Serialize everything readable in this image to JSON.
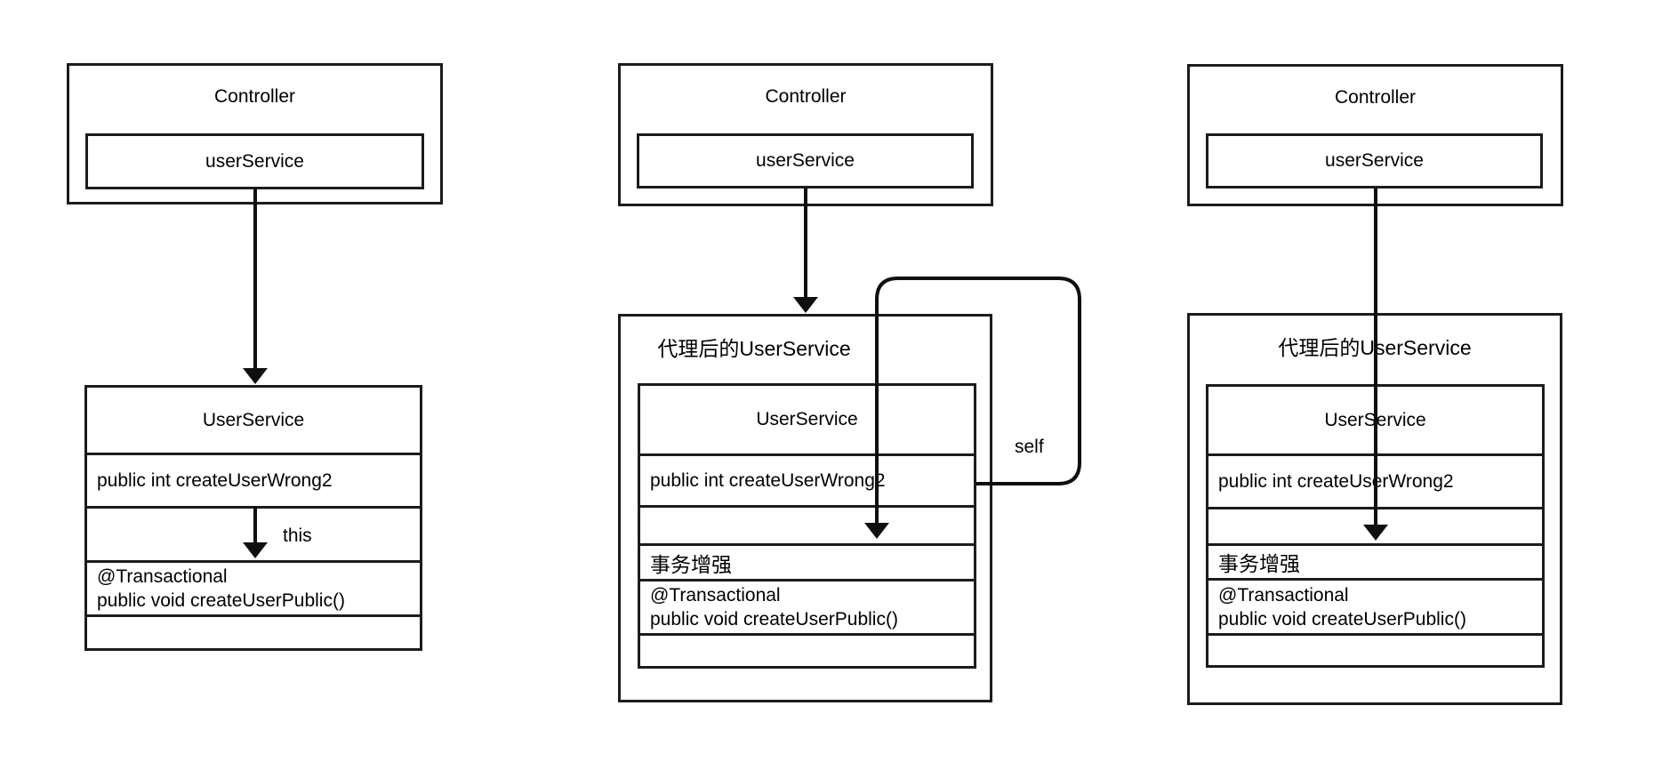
{
  "diagram_title": "Spring transactional self-invocation proxy diagram",
  "colors": {
    "background": "#ffffff",
    "line": "#1c1c1c",
    "arrow": "#0f0f0f",
    "text": "#000000"
  },
  "panels": [
    {
      "name": "direct-this-call",
      "controller": {
        "title": "Controller",
        "field": "userService"
      },
      "service": {
        "title": "UserService",
        "method_top": "public int createUserWrong2",
        "annotation": "@Transactional",
        "method_bottom": "public void createUserPublic()"
      },
      "arrow_label": "this"
    },
    {
      "name": "proxy-self-call",
      "controller": {
        "title": "Controller",
        "field": "userService"
      },
      "proxy_title": "代理后的UserService",
      "service": {
        "title": "UserService",
        "method_top": "public int createUserWrong2",
        "enhancement": "事务增强",
        "annotation": "@Transactional",
        "method_bottom": "public void createUserPublic()"
      },
      "arrow_label": "self"
    },
    {
      "name": "proxy-straight-call",
      "controller": {
        "title": "Controller",
        "field": "userService"
      },
      "proxy_title": "代理后的UserService",
      "service": {
        "title": "UserService",
        "method_top": "public int createUserWrong2",
        "enhancement": "事务增强",
        "annotation": "@Transactional",
        "method_bottom": "public void createUserPublic()"
      }
    }
  ]
}
